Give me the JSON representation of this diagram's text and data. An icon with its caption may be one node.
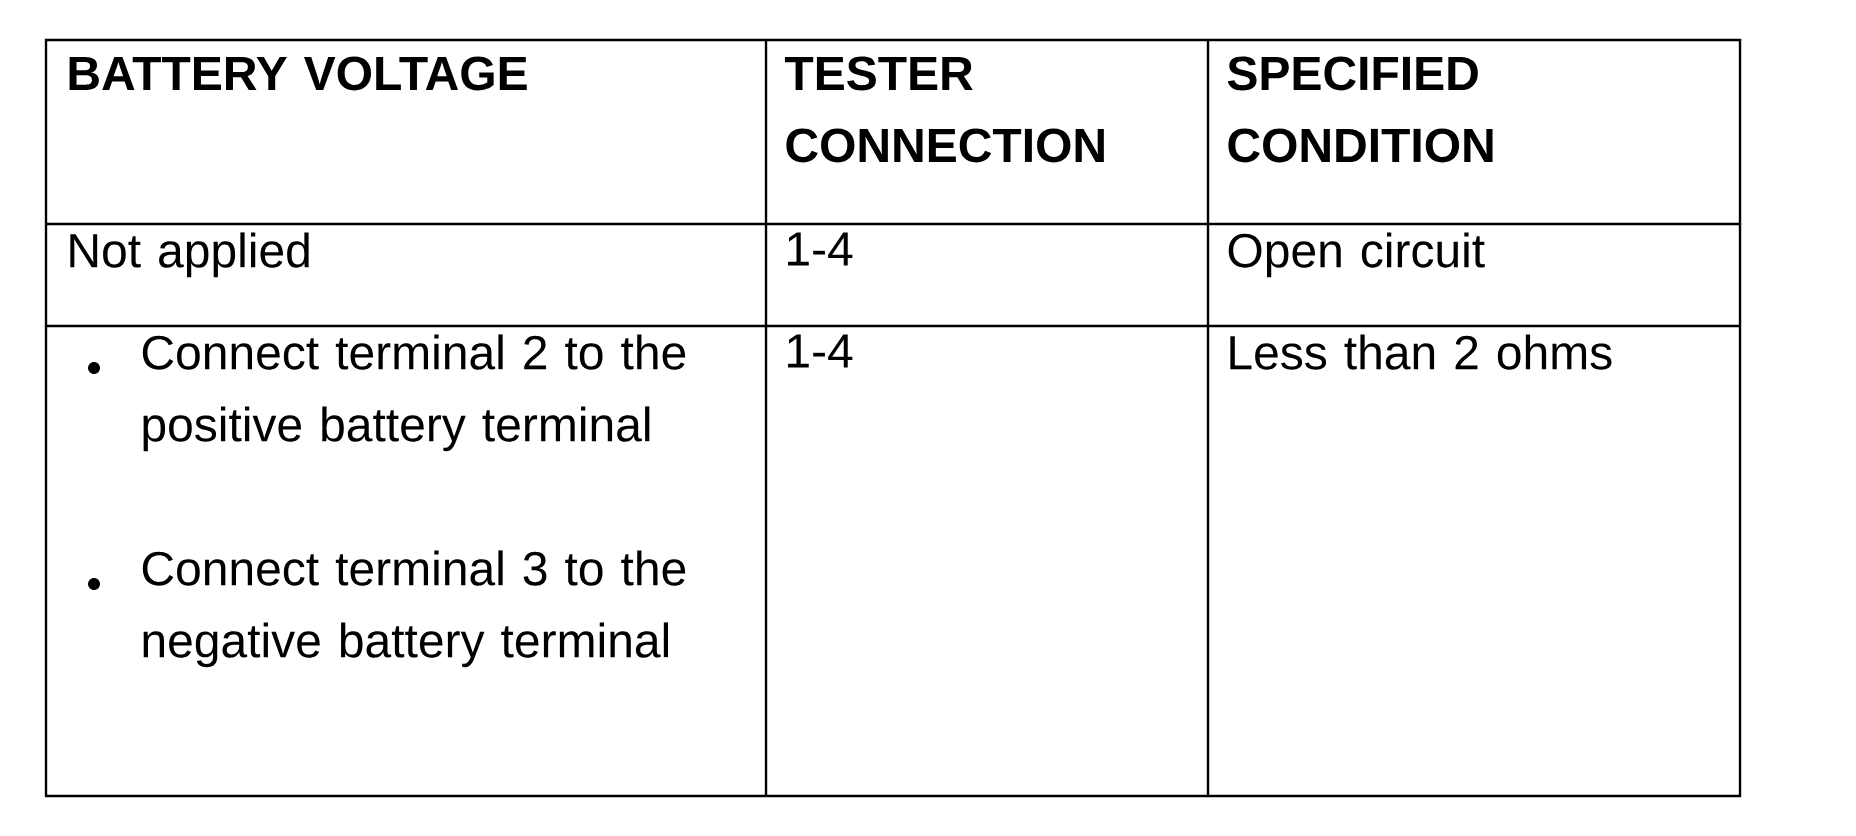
{
  "diagram": {
    "labels": [
      "BATTERY VOLTAGE",
      "TESTER CONNECTION",
      "SPECIFIED CONDITION",
      "Not applied",
      "1-4",
      "Open circuit",
      "Connect terminal 2 to the positive battery terminal",
      "Connect terminal 3 to the negative battery terminal",
      "1-4",
      "Less than 2 ohms"
    ]
  }
}
